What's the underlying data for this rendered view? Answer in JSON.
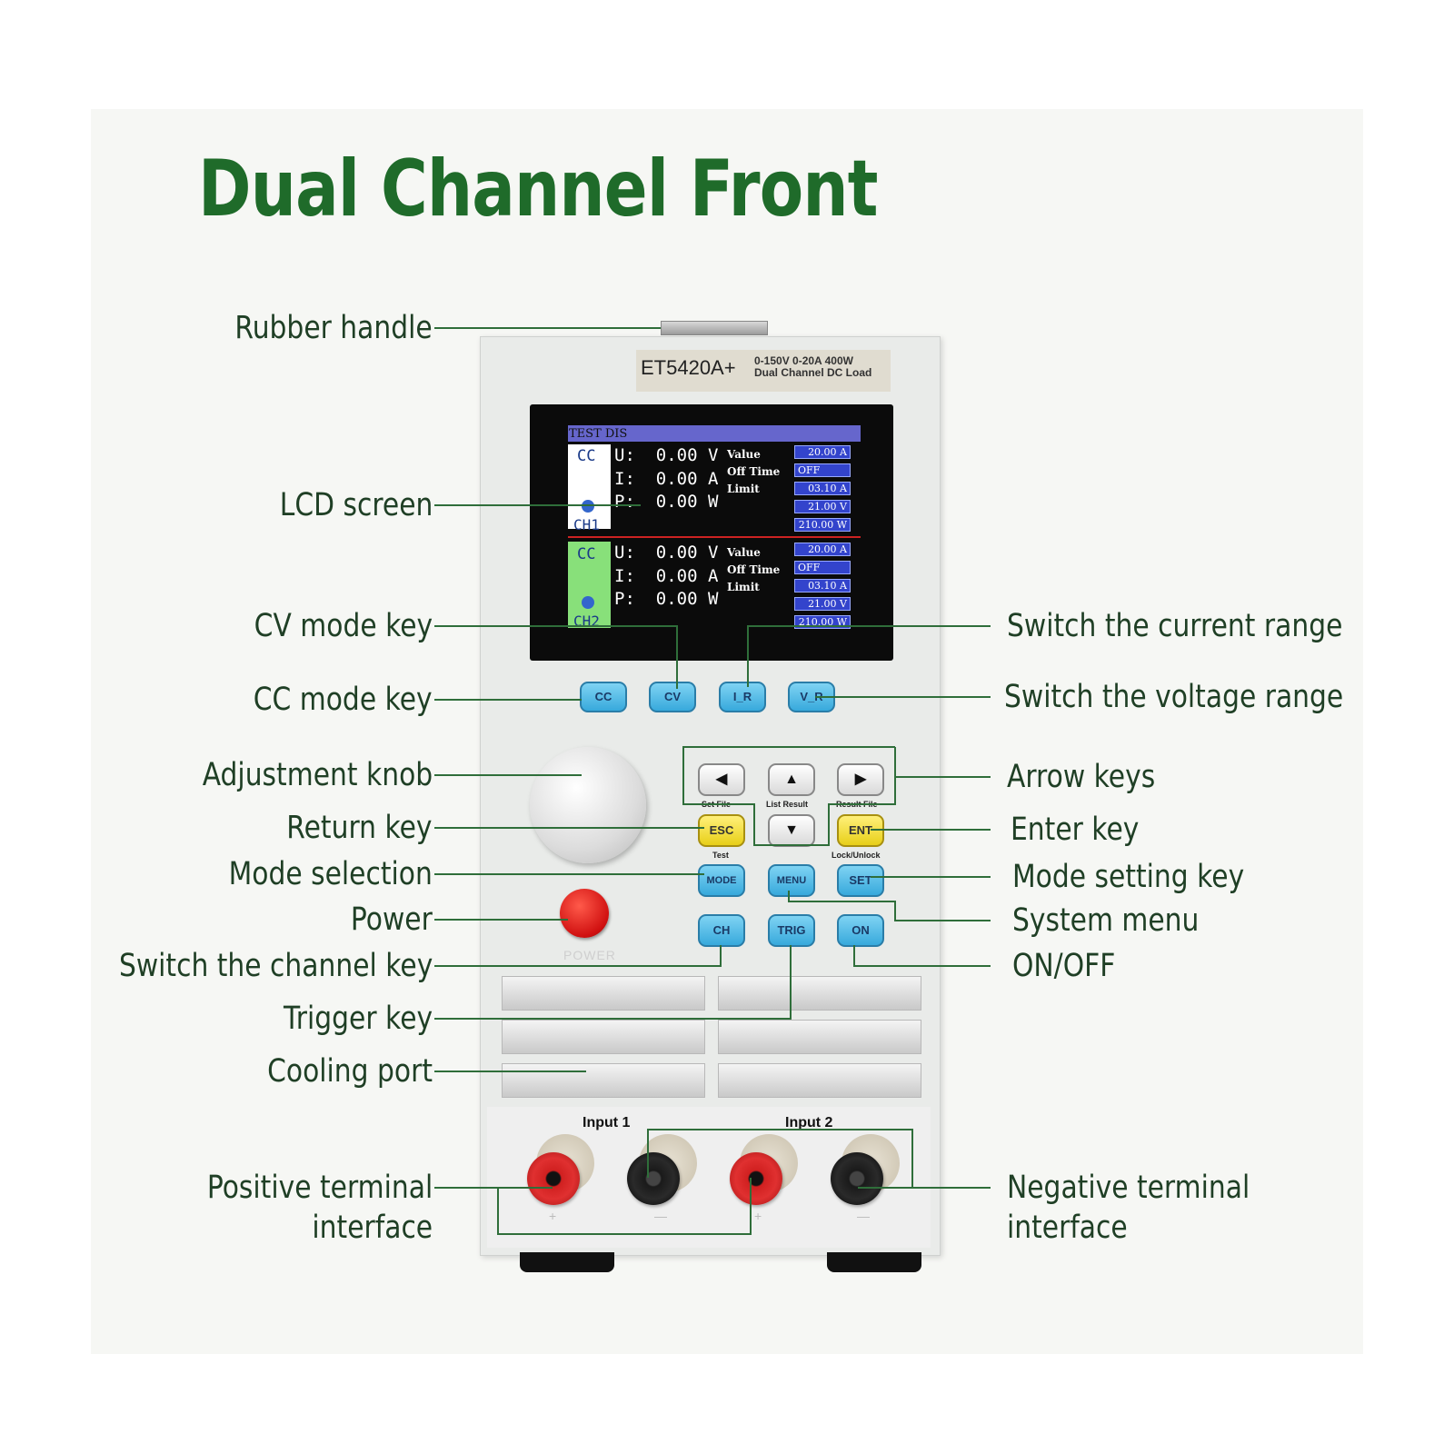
{
  "title": "Dual Channel Front",
  "device": {
    "model": "ET5420A+",
    "spec_line1": "0-150V 0-20A 400W",
    "spec_line2": "Dual Channel DC Load",
    "power_label": "POWER",
    "input1": "Input 1",
    "input2": "Input 2",
    "plus": "+",
    "minus": "—"
  },
  "lcd": {
    "header": "TEST DIS",
    "channels": [
      {
        "mode": "CC",
        "name": "CH1",
        "u": "U:  0.00 V",
        "i": "I:  0.00 A",
        "p": "P:  0.00 W",
        "values": [
          "20.00 A",
          "OFF",
          "03.10 A",
          "21.00 V",
          "210.00 W"
        ]
      },
      {
        "mode": "CC",
        "name": "CH2",
        "u": "U:  0.00 V",
        "i": "I:  0.00 A",
        "p": "P:  0.00 W",
        "values": [
          "20.00 A",
          "OFF",
          "03.10 A",
          "21.00 V",
          "210.00 W"
        ]
      }
    ],
    "field_value": "Value",
    "field_off_time": "Off Time",
    "field_limit": "Limit"
  },
  "keys": {
    "cc": "CC",
    "cv": "CV",
    "i_r": "I_R",
    "v_r": "V_R",
    "left": "◀",
    "up": "▲",
    "right": "▶",
    "down": "▼",
    "left_sub": "Set File",
    "up_sub": "List Result",
    "right_sub": "Result File",
    "esc": "ESC",
    "esc_sub": "Test",
    "ent": "ENT",
    "ent_sub": "Lock/Unlock",
    "mode": "MODE",
    "menu": "MENU",
    "set": "SET",
    "ch": "CH",
    "trig": "TRIG",
    "on": "ON"
  },
  "callouts": {
    "rubber_handle": "Rubber handle",
    "lcd_screen": "LCD screen",
    "cv_mode_key": "CV mode key",
    "cc_mode_key": "CC mode key",
    "adjustment_knob": "Adjustment knob",
    "return_key": "Return key",
    "mode_selection": "Mode selection",
    "power": "Power",
    "switch_channel_key": "Switch the channel key",
    "trigger_key": "Trigger key",
    "cooling_port": "Cooling port",
    "positive_terminal_1": "Positive terminal",
    "positive_terminal_2": "interface",
    "switch_current_range": "Switch the current range",
    "switch_voltage_range": "Switch the voltage range",
    "arrow_keys": "Arrow keys",
    "enter_key": "Enter key",
    "mode_setting_key": "Mode setting key",
    "system_menu": "System menu",
    "on_off": "ON/OFF",
    "negative_terminal_1": "Negative terminal",
    "negative_terminal_2": "interface"
  },
  "colors": {
    "title": "#1f6b2a",
    "leader_line": "#2f6e3a",
    "key_blue": "#37a9dc",
    "key_yellow": "#e8cf18"
  }
}
